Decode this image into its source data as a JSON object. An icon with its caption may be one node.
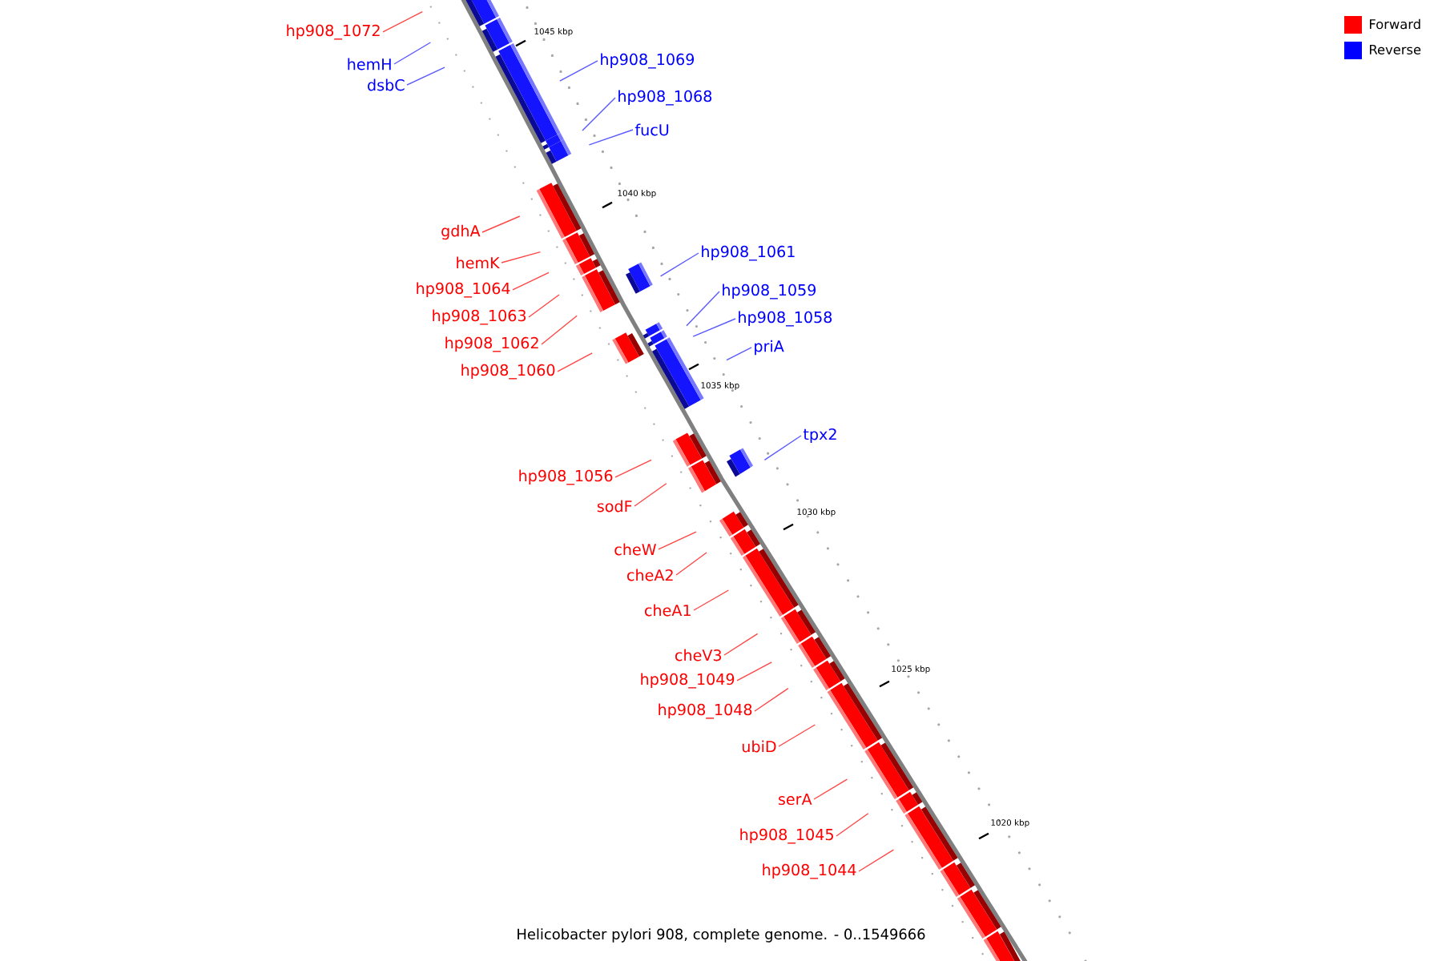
{
  "diagram": {
    "caption": "Helicobacter pylori 908, complete genome. - 0..1549666",
    "nodes": [
      {
        "text": [
          "hp908_1072"
        ]
      },
      {
        "text": [
          "hemH"
        ]
      },
      {
        "text": [
          "dsbC"
        ]
      },
      {
        "text": [
          "hp908_1069"
        ]
      },
      {
        "text": [
          "hp908_1068"
        ]
      },
      {
        "text": [
          "fucU"
        ]
      },
      {
        "text": [
          "gdhA"
        ]
      },
      {
        "text": [
          "hemK"
        ]
      },
      {
        "text": [
          "hp908_1061"
        ]
      },
      {
        "text": [
          "hp908_1064"
        ]
      },
      {
        "text": [
          "hp908_1059"
        ]
      },
      {
        "text": [
          "hp908_1063"
        ]
      },
      {
        "text": [
          "hp908_1058"
        ]
      },
      {
        "text": [
          "hp908_1062"
        ]
      },
      {
        "text": [
          "priA"
        ]
      },
      {
        "text": [
          "hp908_1060"
        ]
      },
      {
        "text": [
          "tpx2"
        ]
      },
      {
        "text": [
          "hp908_1056"
        ]
      },
      {
        "text": [
          "sodF"
        ]
      },
      {
        "text": [
          "cheW"
        ]
      },
      {
        "text": [
          "cheA2"
        ]
      },
      {
        "text": [
          "cheA1"
        ]
      },
      {
        "text": [
          "cheV3"
        ]
      },
      {
        "text": [
          "hp908_1049"
        ]
      },
      {
        "text": [
          "hp908_1048"
        ]
      },
      {
        "text": [
          "ubiD"
        ]
      },
      {
        "text": [
          "serA"
        ]
      },
      {
        "text": [
          "hp908_1045"
        ]
      },
      {
        "text": [
          "hp908_1044"
        ]
      }
    ],
    "edges": [
      {
        "from": 0,
        "to": null,
        "arrow": "none"
      },
      {
        "from": 1,
        "to": null,
        "arrow": "none",
        "color": "#5a5aff"
      },
      {
        "from": 2,
        "to": null,
        "arrow": "none",
        "color": "#5a5aff"
      },
      {
        "from": 3,
        "to": null,
        "arrow": "none",
        "color": "#5a5aff"
      },
      {
        "from": 4,
        "to": null,
        "arrow": "none",
        "color": "#5a5aff"
      },
      {
        "from": 5,
        "to": null,
        "arrow": "none",
        "color": "#5a5aff"
      },
      {
        "from": 6,
        "to": null,
        "arrow": "none"
      },
      {
        "from": 7,
        "to": null,
        "arrow": "none"
      },
      {
        "from": 8,
        "to": null,
        "arrow": "none",
        "color": "#5a5aff"
      },
      {
        "from": 9,
        "to": null,
        "arrow": "none"
      },
      {
        "from": 10,
        "to": null,
        "arrow": "none",
        "color": "#5a5aff"
      },
      {
        "from": 11,
        "to": null,
        "arrow": "none"
      },
      {
        "from": 12,
        "to": null,
        "arrow": "none",
        "color": "#5a5aff"
      },
      {
        "from": 13,
        "to": null,
        "arrow": "none"
      },
      {
        "from": 14,
        "to": null,
        "arrow": "none",
        "color": "#5a5aff"
      },
      {
        "from": 15,
        "to": null,
        "arrow": "none"
      },
      {
        "from": 16,
        "to": null,
        "arrow": "none",
        "color": "#5a5aff"
      },
      {
        "from": 17,
        "to": null,
        "arrow": "none"
      },
      {
        "from": 18,
        "to": null,
        "arrow": "none"
      },
      {
        "from": 19,
        "to": null,
        "arrow": "none"
      },
      {
        "from": 20,
        "to": null,
        "arrow": "none"
      },
      {
        "from": 21,
        "to": null,
        "arrow": "none"
      },
      {
        "from": 22,
        "to": null,
        "arrow": "none"
      },
      {
        "from": 23,
        "to": null,
        "arrow": "none"
      },
      {
        "from": 24,
        "to": null,
        "arrow": "none"
      },
      {
        "from": 25,
        "to": null,
        "arrow": "none"
      },
      {
        "from": 26,
        "to": null,
        "arrow": "none"
      },
      {
        "from": 27,
        "to": null,
        "arrow": "none"
      },
      {
        "from": 28,
        "to": null,
        "arrow": "none"
      }
    ],
    "labels": [
      "1045 kbp",
      "1040 kbp",
      "1035 kbp",
      "1030 kbp",
      "1025 kbp",
      "1020 kbp"
    ],
    "legend": [
      {
        "text": "Forward",
        "color": "#ff0000"
      },
      {
        "text": "Reverse",
        "color": "#0000ff"
      }
    ]
  }
}
